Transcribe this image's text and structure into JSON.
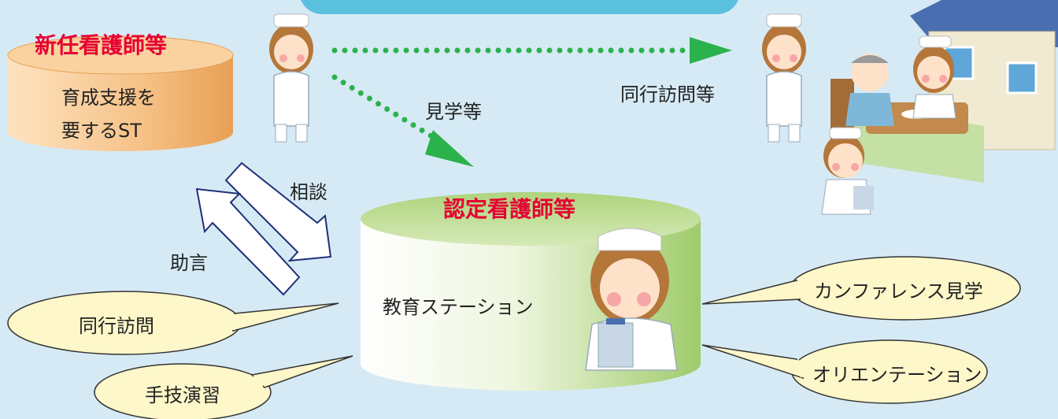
{
  "diagram": {
    "new_nurse_title": "新任看護師等",
    "new_nurse_body": [
      "育成支援を",
      "要するST"
    ],
    "certified_title": "認定看護師等",
    "station_label": "教育ステーション",
    "arrow_observe": "見学等",
    "arrow_accompany": "同行訪問等",
    "consult": "相談",
    "advice": "助言",
    "bubbles": {
      "accompany_visit": "同行訪問",
      "technique": "手技演習",
      "conference": "カンファレンス見学",
      "orientation": "オリエンテーション"
    }
  },
  "colors": {
    "background": "#d6eaf5",
    "title_red": "#e60033",
    "arrow_green": "#2bb24c",
    "cylinder_orange": "#f6bf7e",
    "cylinder_green": "#b9d98c",
    "bubble_fill": "#fdf7c9",
    "banner_blue": "#5bc0de"
  }
}
